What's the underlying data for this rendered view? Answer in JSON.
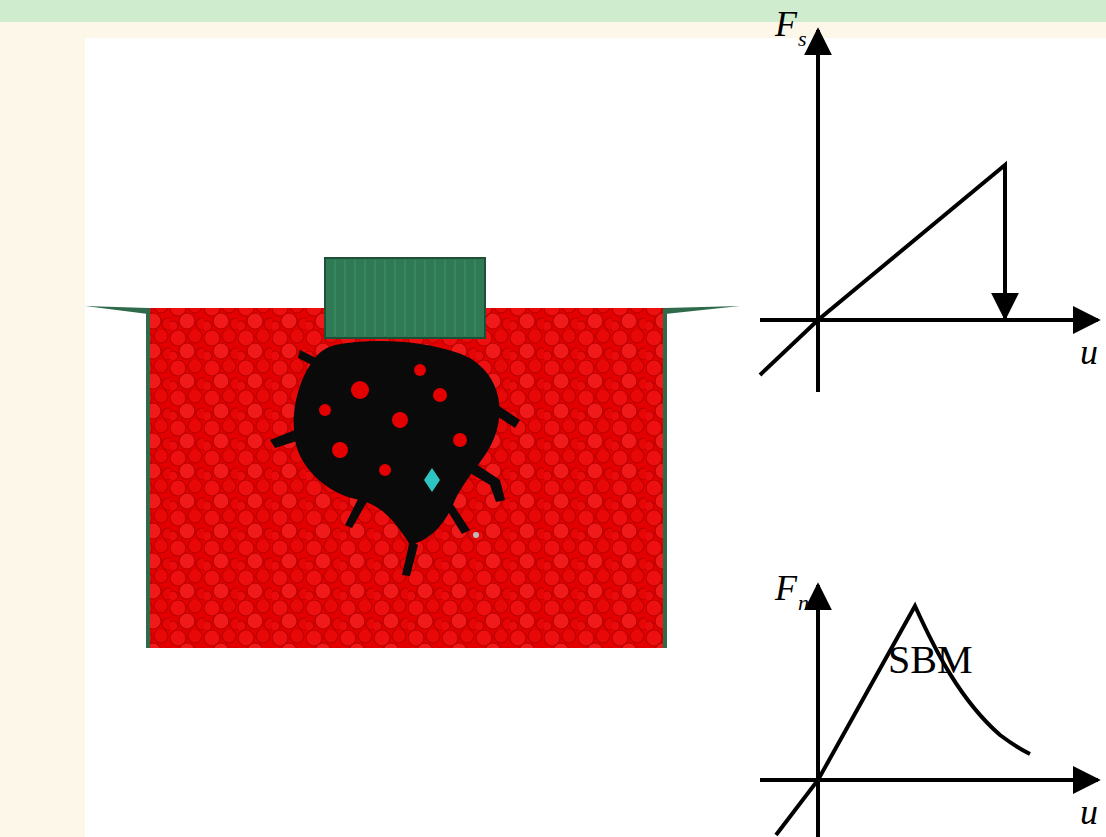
{
  "diagram": {
    "labels": [
      "F",
      "s",
      "u",
      "SBM",
      "F",
      "n",
      "u"
    ]
  }
}
